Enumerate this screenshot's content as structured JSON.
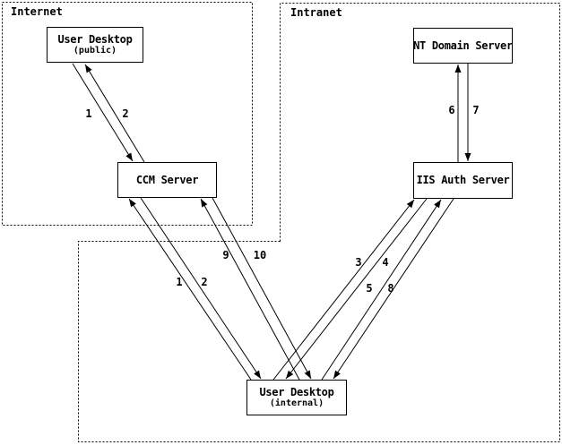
{
  "zones": {
    "internet": {
      "label": "Internet"
    },
    "intranet": {
      "label": "Intranet"
    }
  },
  "nodes": {
    "user_desktop_public": {
      "title": "User Desktop",
      "subtitle": "(public)"
    },
    "ccm_server": {
      "title": "CCM Server"
    },
    "nt_domain_server": {
      "title": "NT Domain Server"
    },
    "iis_auth_server": {
      "title": "IIS Auth Server"
    },
    "user_desktop_internal": {
      "title": "User Desktop",
      "subtitle": "(internal)"
    }
  },
  "flows": {
    "public_to_ccm": {
      "label": "1",
      "from": "User Desktop (public)",
      "to": "CCM Server"
    },
    "ccm_to_public": {
      "label": "2",
      "from": "CCM Server",
      "to": "User Desktop (public)"
    },
    "internal_to_ccm_1": {
      "label": "1",
      "from": "User Desktop (internal)",
      "to": "CCM Server"
    },
    "ccm_to_internal_2": {
      "label": "2",
      "from": "CCM Server",
      "to": "User Desktop (internal)"
    },
    "internal_to_iis_3": {
      "label": "3",
      "from": "User Desktop (internal)",
      "to": "IIS Auth Server"
    },
    "iis_to_internal_4": {
      "label": "4",
      "from": "IIS Auth Server",
      "to": "User Desktop (internal)"
    },
    "internal_to_iis_5": {
      "label": "5",
      "from": "User Desktop (internal)",
      "to": "IIS Auth Server"
    },
    "iis_to_nt_6": {
      "label": "6",
      "from": "IIS Auth Server",
      "to": "NT Domain Server"
    },
    "nt_to_iis_7": {
      "label": "7",
      "from": "NT Domain Server",
      "to": "IIS Auth Server"
    },
    "iis_to_internal_8": {
      "label": "8",
      "from": "IIS Auth Server",
      "to": "User Desktop (internal)"
    },
    "internal_to_ccm_9": {
      "label": "9",
      "from": "User Desktop (internal)",
      "to": "CCM Server"
    },
    "ccm_to_internal_10": {
      "label": "10",
      "from": "CCM Server",
      "to": "User Desktop (internal)"
    }
  },
  "colors": {
    "line": "#000000",
    "background": "#ffffff",
    "text": "#000000"
  }
}
